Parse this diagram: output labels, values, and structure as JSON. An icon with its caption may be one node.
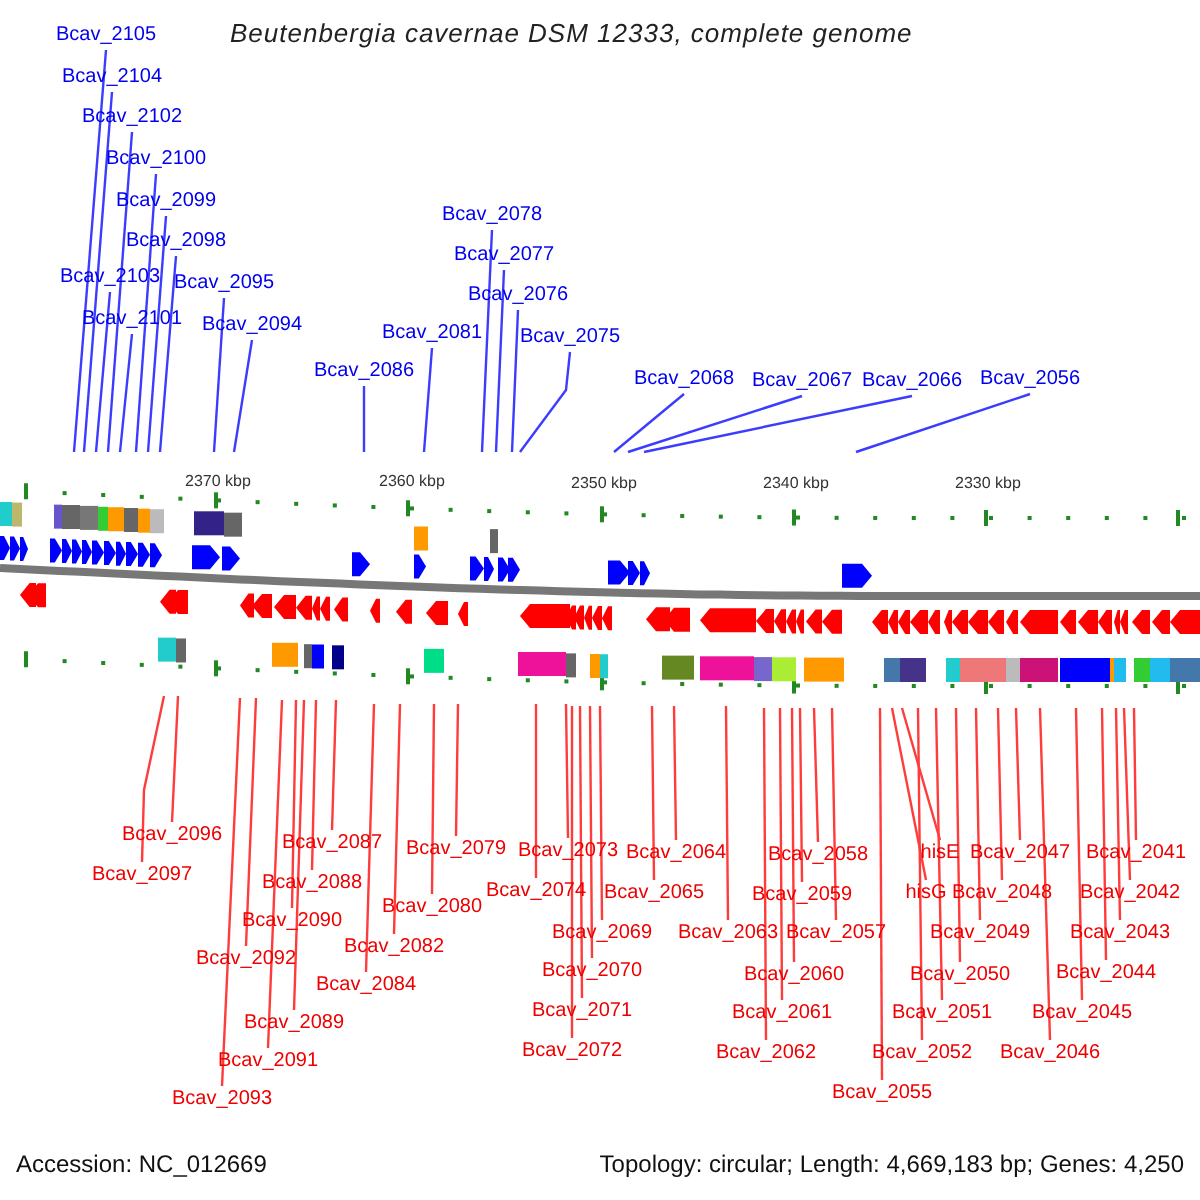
{
  "diagram": {
    "title": "Beutenbergia cavernae DSM 12333, complete genome",
    "nodes": [
      {
        "text": [
          "Bcav_2105"
        ]
      },
      {
        "text": [
          "Bcav_2104"
        ]
      },
      {
        "text": [
          "Bcav_2102"
        ]
      },
      {
        "text": [
          "Bcav_2100"
        ]
      },
      {
        "text": [
          "Bcav_2099"
        ]
      },
      {
        "text": [
          "Bcav_2098"
        ]
      },
      {
        "text": [
          "Bcav_2103"
        ]
      },
      {
        "text": [
          "Bcav_2101"
        ]
      },
      {
        "text": [
          "Bcav_2095"
        ]
      },
      {
        "text": [
          "Bcav_2094"
        ]
      },
      {
        "text": [
          "Bcav_2086"
        ]
      },
      {
        "text": [
          "Bcav_2081"
        ]
      },
      {
        "text": [
          "Bcav_2078"
        ]
      },
      {
        "text": [
          "Bcav_2077"
        ]
      },
      {
        "text": [
          "Bcav_2076"
        ]
      },
      {
        "text": [
          "Bcav_2075"
        ]
      },
      {
        "text": [
          "Bcav_2068"
        ]
      },
      {
        "text": [
          "Bcav_2067"
        ]
      },
      {
        "text": [
          "Bcav_2066"
        ]
      },
      {
        "text": [
          "Bcav_2056"
        ]
      },
      {
        "text": [
          "Bcav_2096"
        ]
      },
      {
        "text": [
          "Bcav_2097"
        ]
      },
      {
        "text": [
          "Bcav_2087"
        ]
      },
      {
        "text": [
          "Bcav_2088"
        ]
      },
      {
        "text": [
          "Bcav_2090"
        ]
      },
      {
        "text": [
          "Bcav_2092"
        ]
      },
      {
        "text": [
          "Bcav_2089"
        ]
      },
      {
        "text": [
          "Bcav_2091"
        ]
      },
      {
        "text": [
          "Bcav_2093"
        ]
      },
      {
        "text": [
          "Bcav_2079"
        ]
      },
      {
        "text": [
          "Bcav_2080"
        ]
      },
      {
        "text": [
          "Bcav_2082"
        ]
      },
      {
        "text": [
          "Bcav_2084"
        ]
      },
      {
        "text": [
          "Bcav_2073"
        ]
      },
      {
        "text": [
          "Bcav_2074"
        ]
      },
      {
        "text": [
          "Bcav_2069"
        ]
      },
      {
        "text": [
          "Bcav_2070"
        ]
      },
      {
        "text": [
          "Bcav_2071"
        ]
      },
      {
        "text": [
          "Bcav_2072"
        ]
      },
      {
        "text": [
          "Bcav_2064"
        ]
      },
      {
        "text": [
          "Bcav_2065"
        ]
      },
      {
        "text": [
          "Bcav_2063"
        ]
      },
      {
        "text": [
          "Bcav_2058"
        ]
      },
      {
        "text": [
          "Bcav_2059"
        ]
      },
      {
        "text": [
          "Bcav_2057"
        ]
      },
      {
        "text": [
          "Bcav_2060"
        ]
      },
      {
        "text": [
          "Bcav_2061"
        ]
      },
      {
        "text": [
          "Bcav_2062"
        ]
      },
      {
        "text": [
          "hisE"
        ]
      },
      {
        "text": [
          "hisG"
        ]
      },
      {
        "text": [
          "Bcav_2055"
        ]
      },
      {
        "text": [
          "Bcav_2050"
        ]
      },
      {
        "text": [
          "Bcav_2051"
        ]
      },
      {
        "text": [
          "Bcav_2052"
        ]
      },
      {
        "text": [
          "Bcav_2047"
        ]
      },
      {
        "text": [
          "Bcav_2048"
        ]
      },
      {
        "text": [
          "Bcav_2049"
        ]
      },
      {
        "text": [
          "Bcav_2046"
        ]
      },
      {
        "text": [
          "Bcav_2045"
        ]
      },
      {
        "text": [
          "Bcav_2044"
        ]
      },
      {
        "text": [
          "Bcav_2043"
        ]
      },
      {
        "text": [
          "Bcav_2042"
        ]
      },
      {
        "text": [
          "Bcav_2041"
        ]
      }
    ],
    "edges": [
      {
        "from": 0,
        "to": null,
        "arrow": "none",
        "color": "#3c3cff"
      },
      {
        "from": 1,
        "to": null,
        "arrow": "none",
        "color": "#3c3cff"
      },
      {
        "from": 2,
        "to": null,
        "arrow": "none",
        "color": "#3c3cff"
      },
      {
        "from": 3,
        "to": null,
        "arrow": "none",
        "color": "#3c3cff"
      },
      {
        "from": 4,
        "to": null,
        "arrow": "none",
        "color": "#3c3cff"
      },
      {
        "from": 5,
        "to": null,
        "arrow": "none",
        "color": "#3c3cff"
      },
      {
        "from": 6,
        "to": null,
        "arrow": "none",
        "color": "#3c3cff"
      },
      {
        "from": 7,
        "to": null,
        "arrow": "none",
        "color": "#3c3cff"
      },
      {
        "from": 8,
        "to": null,
        "arrow": "none",
        "color": "#3c3cff"
      },
      {
        "from": 9,
        "to": null,
        "arrow": "none",
        "color": "#3c3cff"
      },
      {
        "from": 10,
        "to": null,
        "arrow": "none",
        "color": "#3c3cff"
      },
      {
        "from": 11,
        "to": null,
        "arrow": "none",
        "color": "#3c3cff"
      },
      {
        "from": 12,
        "to": null,
        "arrow": "none",
        "color": "#3c3cff"
      },
      {
        "from": 13,
        "to": null,
        "arrow": "none",
        "color": "#3c3cff"
      },
      {
        "from": 14,
        "to": null,
        "arrow": "none",
        "color": "#3c3cff"
      },
      {
        "from": 15,
        "to": null,
        "arrow": "none",
        "color": "#3c3cff"
      },
      {
        "from": 16,
        "to": null,
        "arrow": "none",
        "color": "#3c3cff"
      },
      {
        "from": 17,
        "to": null,
        "arrow": "none",
        "color": "#3c3cff"
      },
      {
        "from": 18,
        "to": null,
        "arrow": "none",
        "color": "#3c3cff"
      },
      {
        "from": 19,
        "to": null,
        "arrow": "none",
        "color": "#3c3cff"
      },
      {
        "from": 20,
        "to": null,
        "arrow": "none"
      },
      {
        "from": 21,
        "to": null,
        "arrow": "none"
      },
      {
        "from": 22,
        "to": null,
        "arrow": "none"
      },
      {
        "from": 23,
        "to": null,
        "arrow": "none"
      },
      {
        "from": 24,
        "to": null,
        "arrow": "none"
      },
      {
        "from": 25,
        "to": null,
        "arrow": "none"
      },
      {
        "from": 26,
        "to": null,
        "arrow": "none"
      },
      {
        "from": 27,
        "to": null,
        "arrow": "none"
      },
      {
        "from": 28,
        "to": null,
        "arrow": "none"
      },
      {
        "from": 29,
        "to": null,
        "arrow": "none"
      },
      {
        "from": 30,
        "to": null,
        "arrow": "none"
      },
      {
        "from": 31,
        "to": null,
        "arrow": "none"
      },
      {
        "from": 32,
        "to": null,
        "arrow": "none"
      },
      {
        "from": 33,
        "to": null,
        "arrow": "none"
      },
      {
        "from": 34,
        "to": null,
        "arrow": "none"
      },
      {
        "from": 35,
        "to": null,
        "arrow": "none"
      },
      {
        "from": 36,
        "to": null,
        "arrow": "none"
      },
      {
        "from": 37,
        "to": null,
        "arrow": "none"
      },
      {
        "from": 38,
        "to": null,
        "arrow": "none"
      },
      {
        "from": 39,
        "to": null,
        "arrow": "none"
      },
      {
        "from": 40,
        "to": null,
        "arrow": "none"
      },
      {
        "from": 41,
        "to": null,
        "arrow": "none"
      },
      {
        "from": 42,
        "to": null,
        "arrow": "none"
      },
      {
        "from": 43,
        "to": null,
        "arrow": "none"
      },
      {
        "from": 44,
        "to": null,
        "arrow": "none"
      },
      {
        "from": 45,
        "to": null,
        "arrow": "none"
      },
      {
        "from": 46,
        "to": null,
        "arrow": "none"
      },
      {
        "from": 47,
        "to": null,
        "arrow": "none"
      },
      {
        "from": 48,
        "to": null,
        "arrow": "none"
      },
      {
        "from": 49,
        "to": null,
        "arrow": "none"
      },
      {
        "from": 50,
        "to": null,
        "arrow": "none"
      },
      {
        "from": 51,
        "to": null,
        "arrow": "none"
      },
      {
        "from": 52,
        "to": null,
        "arrow": "none"
      },
      {
        "from": 53,
        "to": null,
        "arrow": "none"
      },
      {
        "from": 54,
        "to": null,
        "arrow": "none"
      },
      {
        "from": 55,
        "to": null,
        "arrow": "none"
      },
      {
        "from": 56,
        "to": null,
        "arrow": "none"
      },
      {
        "from": 57,
        "to": null,
        "arrow": "none"
      },
      {
        "from": 58,
        "to": null,
        "arrow": "none"
      },
      {
        "from": 59,
        "to": null,
        "arrow": "none"
      },
      {
        "from": 60,
        "to": null,
        "arrow": "none"
      },
      {
        "from": 61,
        "to": null,
        "arrow": "none"
      },
      {
        "from": 62,
        "to": null,
        "arrow": "none"
      }
    ],
    "labels": [
      "2370 kbp",
      "2360 kbp",
      "2350 kbp",
      "2340 kbp",
      "2330 kbp",
      "Accession: NC_012669",
      "Topology: circular; Length: 4,669,183 bp; Genes: 4,250"
    ]
  }
}
